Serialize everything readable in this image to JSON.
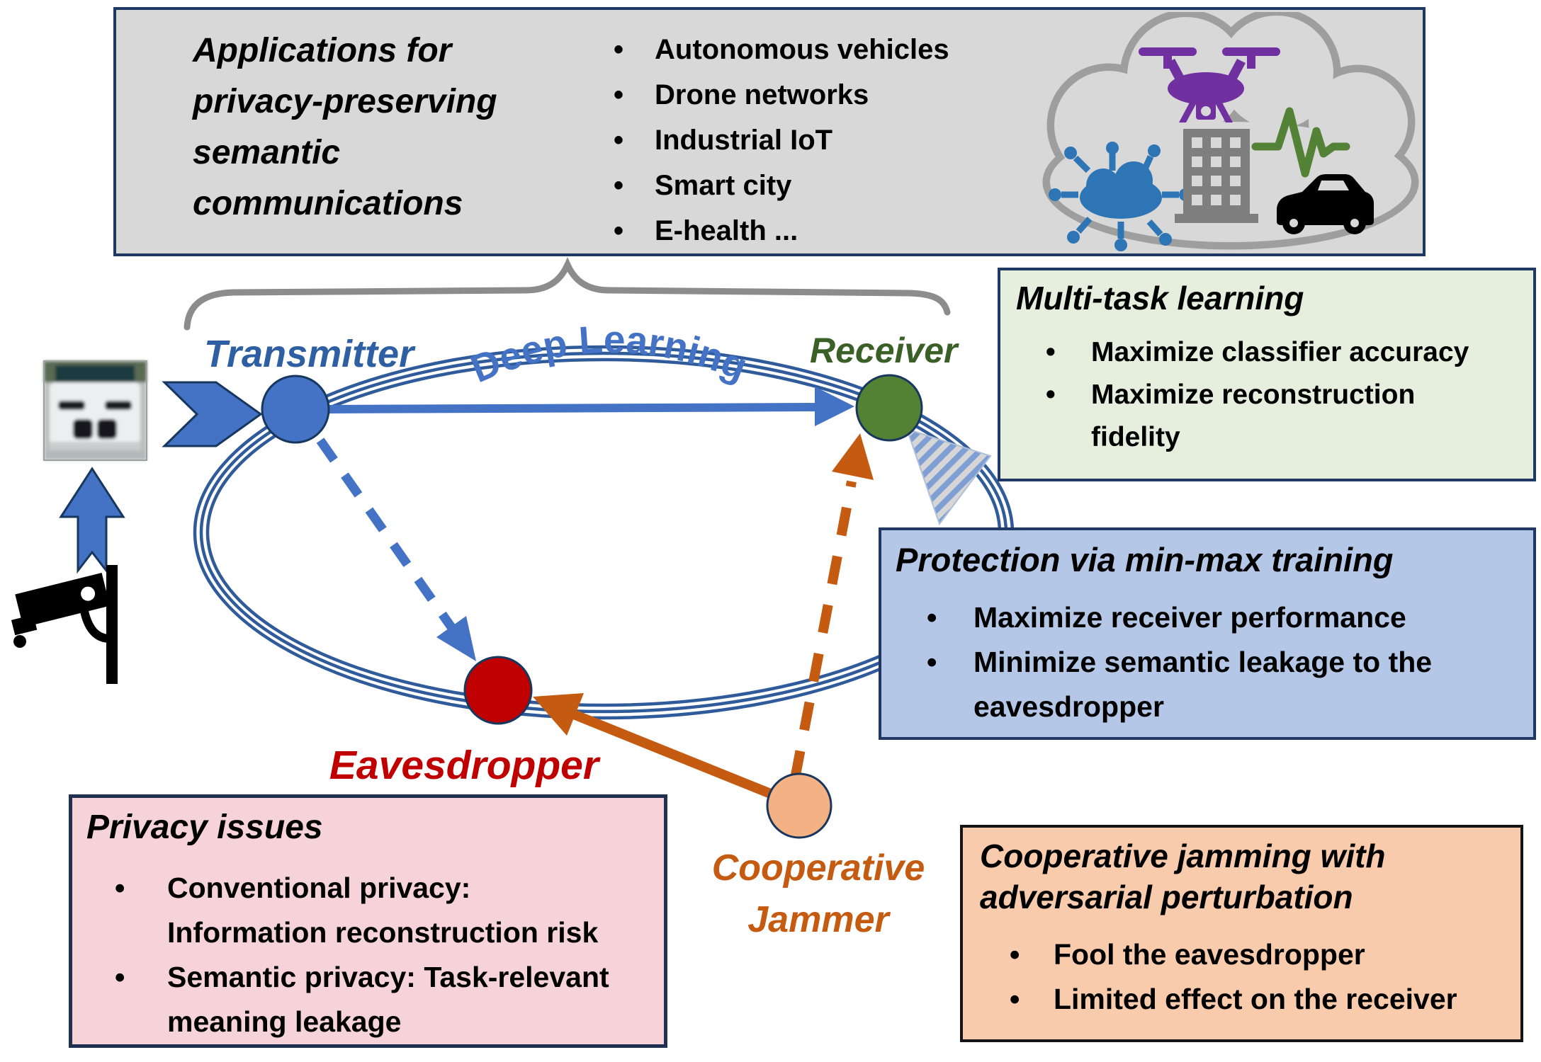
{
  "applications_box": {
    "title": "Applications for privacy-preserving semantic communications",
    "items": [
      "Autonomous vehicles",
      "Drone networks",
      "Industrial IoT",
      "Smart city",
      "E-health ..."
    ]
  },
  "cloud": {
    "icon_names": [
      "iot-network-icon",
      "drone-icon",
      "building-icon",
      "heartbeat-icon",
      "car-icon"
    ]
  },
  "network": {
    "transmitter_label": "Transmitter",
    "receiver_label": "Receiver",
    "eavesdropper_label": "Eavesdropper",
    "jammer_label_line1": "Cooperative",
    "jammer_label_line2": "Jammer",
    "channel_label": "Deep Learning"
  },
  "multitask_box": {
    "title": "Multi-task learning",
    "items": [
      "Maximize classifier accuracy",
      "Maximize reconstruction fidelity"
    ]
  },
  "protection_box": {
    "title": "Protection via min-max training",
    "items": [
      "Maximize receiver performance",
      "Minimize semantic leakage to the eavesdropper"
    ]
  },
  "privacy_box": {
    "title": "Privacy issues",
    "items": [
      "Conventional privacy: Information reconstruction risk",
      "Semantic privacy: Task-relevant meaning leakage"
    ]
  },
  "jamming_box": {
    "title": "Cooperative jamming with adversarial perturbation",
    "items": [
      "Fool the eavesdropper",
      "Limited effect on the receiver"
    ]
  },
  "colors": {
    "accent_blue": "#4472C4",
    "ring_blue": "#2F5B9B",
    "transmitter_text_blue": "#2E5FA3",
    "receiver_green": "#548235",
    "receiver_text_green": "#3A5F27",
    "eavesdropper_red": "#C00000",
    "jammer_orange": "#C55A11",
    "jammer_fill": "#F4B183",
    "box_gray": "#D8D8D8",
    "box_green": "#E6EEDD",
    "box_blue": "#B4C7E7",
    "box_pink": "#F5D3D8",
    "box_peach": "#F8CBAD"
  }
}
